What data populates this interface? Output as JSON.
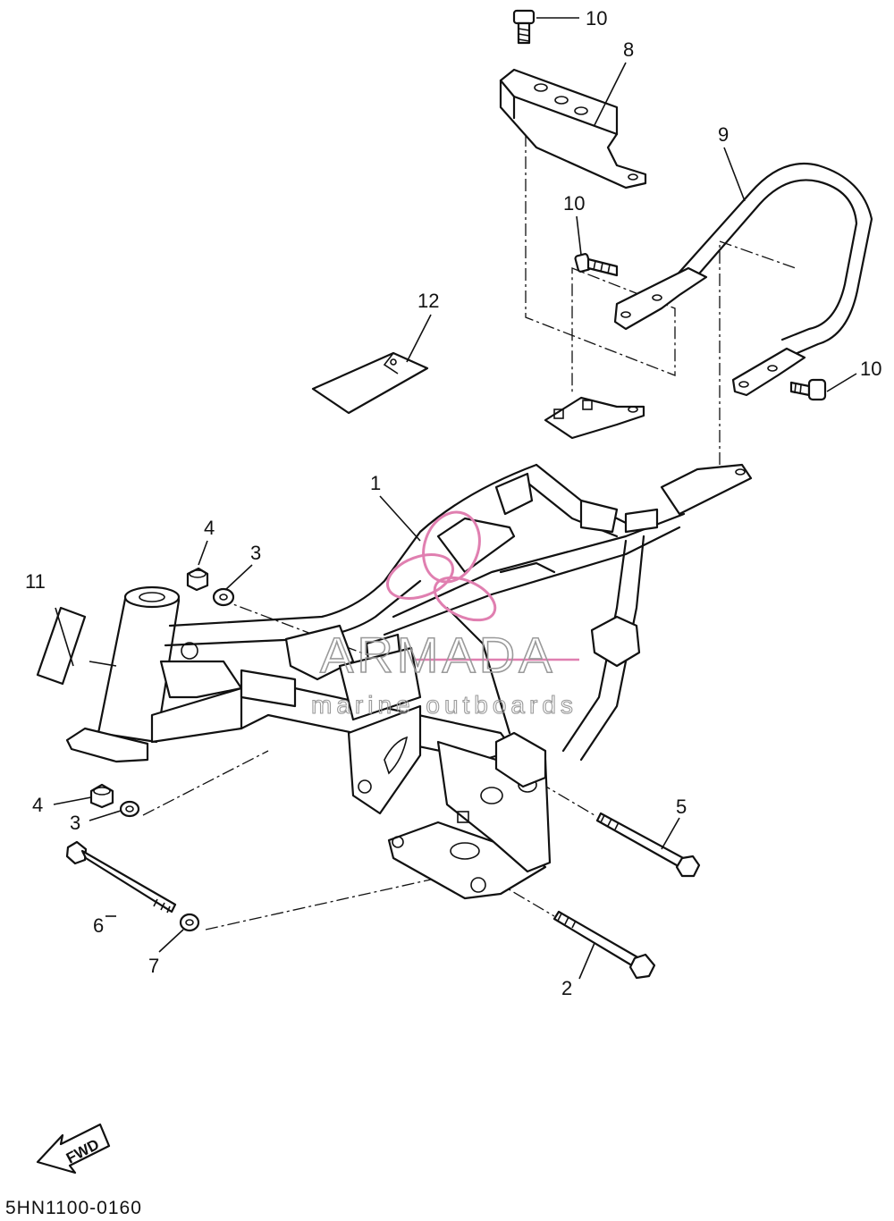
{
  "diagram_code": "5HN1100-0160",
  "watermark": {
    "brand": "ARMADA",
    "tagline": "marine outboards",
    "accent_color": "#e07fb0",
    "text_color": "#9a9a9a"
  },
  "direction_label": "FWD",
  "callouts": {
    "c1": "1",
    "c2": "2",
    "c3a": "3",
    "c3b": "3",
    "c4a": "4",
    "c4b": "4",
    "c5": "5",
    "c6": "6",
    "c7": "7",
    "c8": "8",
    "c9": "9",
    "c10a": "10",
    "c10b": "10",
    "c10c": "10",
    "c11": "11",
    "c12": "12"
  }
}
